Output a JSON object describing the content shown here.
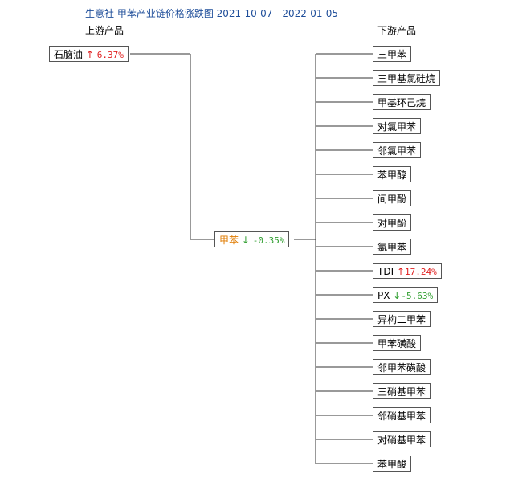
{
  "title": "生意社 甲苯产业链价格涨跌图 2021-10-07 - 2022-01-05",
  "upstream_label": "上游产品",
  "downstream_label": "下游产品",
  "upstream": {
    "name": "石脑油",
    "arrow": "↑",
    "change": "6.37%",
    "trend": "up"
  },
  "center": {
    "name": "甲苯",
    "arrow": "↓",
    "change": "-0.35%",
    "trend": "down"
  },
  "downstream": [
    {
      "name": "三甲苯"
    },
    {
      "name": "三甲基氯硅烷"
    },
    {
      "name": "甲基环己烷"
    },
    {
      "name": "对氯甲苯"
    },
    {
      "name": "邻氯甲苯"
    },
    {
      "name": "苯甲醇"
    },
    {
      "name": "间甲酚"
    },
    {
      "name": "对甲酚"
    },
    {
      "name": "氯甲苯"
    },
    {
      "name": "TDI",
      "arrow": "↑",
      "change": "17.24%",
      "trend": "up"
    },
    {
      "name": "PX",
      "arrow": "↓",
      "change": "-5.63%",
      "trend": "down"
    },
    {
      "name": "异构二甲苯"
    },
    {
      "name": "甲苯磺酸"
    },
    {
      "name": "邻甲苯磺酸"
    },
    {
      "name": "三硝基甲苯"
    },
    {
      "name": "邻硝基甲苯"
    },
    {
      "name": "对硝基甲苯"
    },
    {
      "name": "苯甲酸"
    }
  ],
  "colors": {
    "up": "#e02020",
    "down": "#2f9e2f",
    "title": "#1f4e9a",
    "center": "#e07b00"
  }
}
